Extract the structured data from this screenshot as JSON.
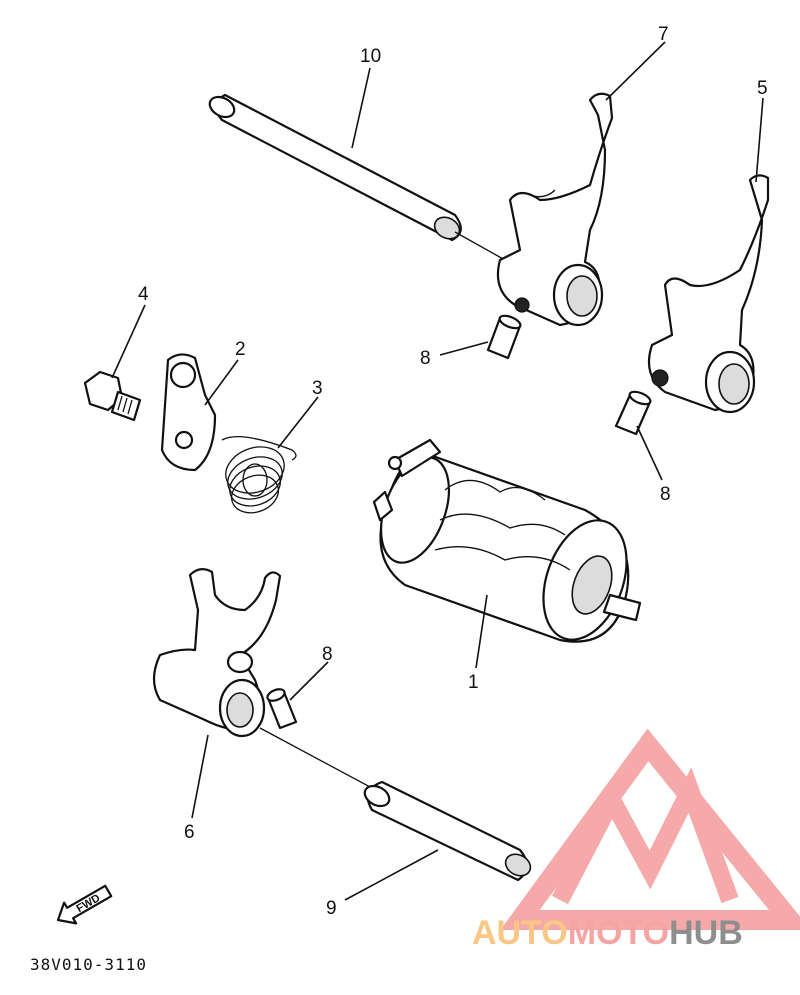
{
  "callouts": {
    "c1": "1",
    "c2": "2",
    "c3": "3",
    "c4": "4",
    "c5": "5",
    "c6": "6",
    "c7": "7",
    "c8a": "8",
    "c8b": "8",
    "c8c": "8",
    "c9": "9",
    "c10": "10"
  },
  "fwd_label": "FWD",
  "diagram_code": "38V010-3110",
  "watermark": {
    "part1": "AUTO",
    "part2": "MOTO",
    "part3": "HUB",
    "color_auto": "#f9c785",
    "color_moto": "#f6a3a3",
    "color_hub": "#8e8e8e",
    "logo_color": "#f5a0a0"
  }
}
